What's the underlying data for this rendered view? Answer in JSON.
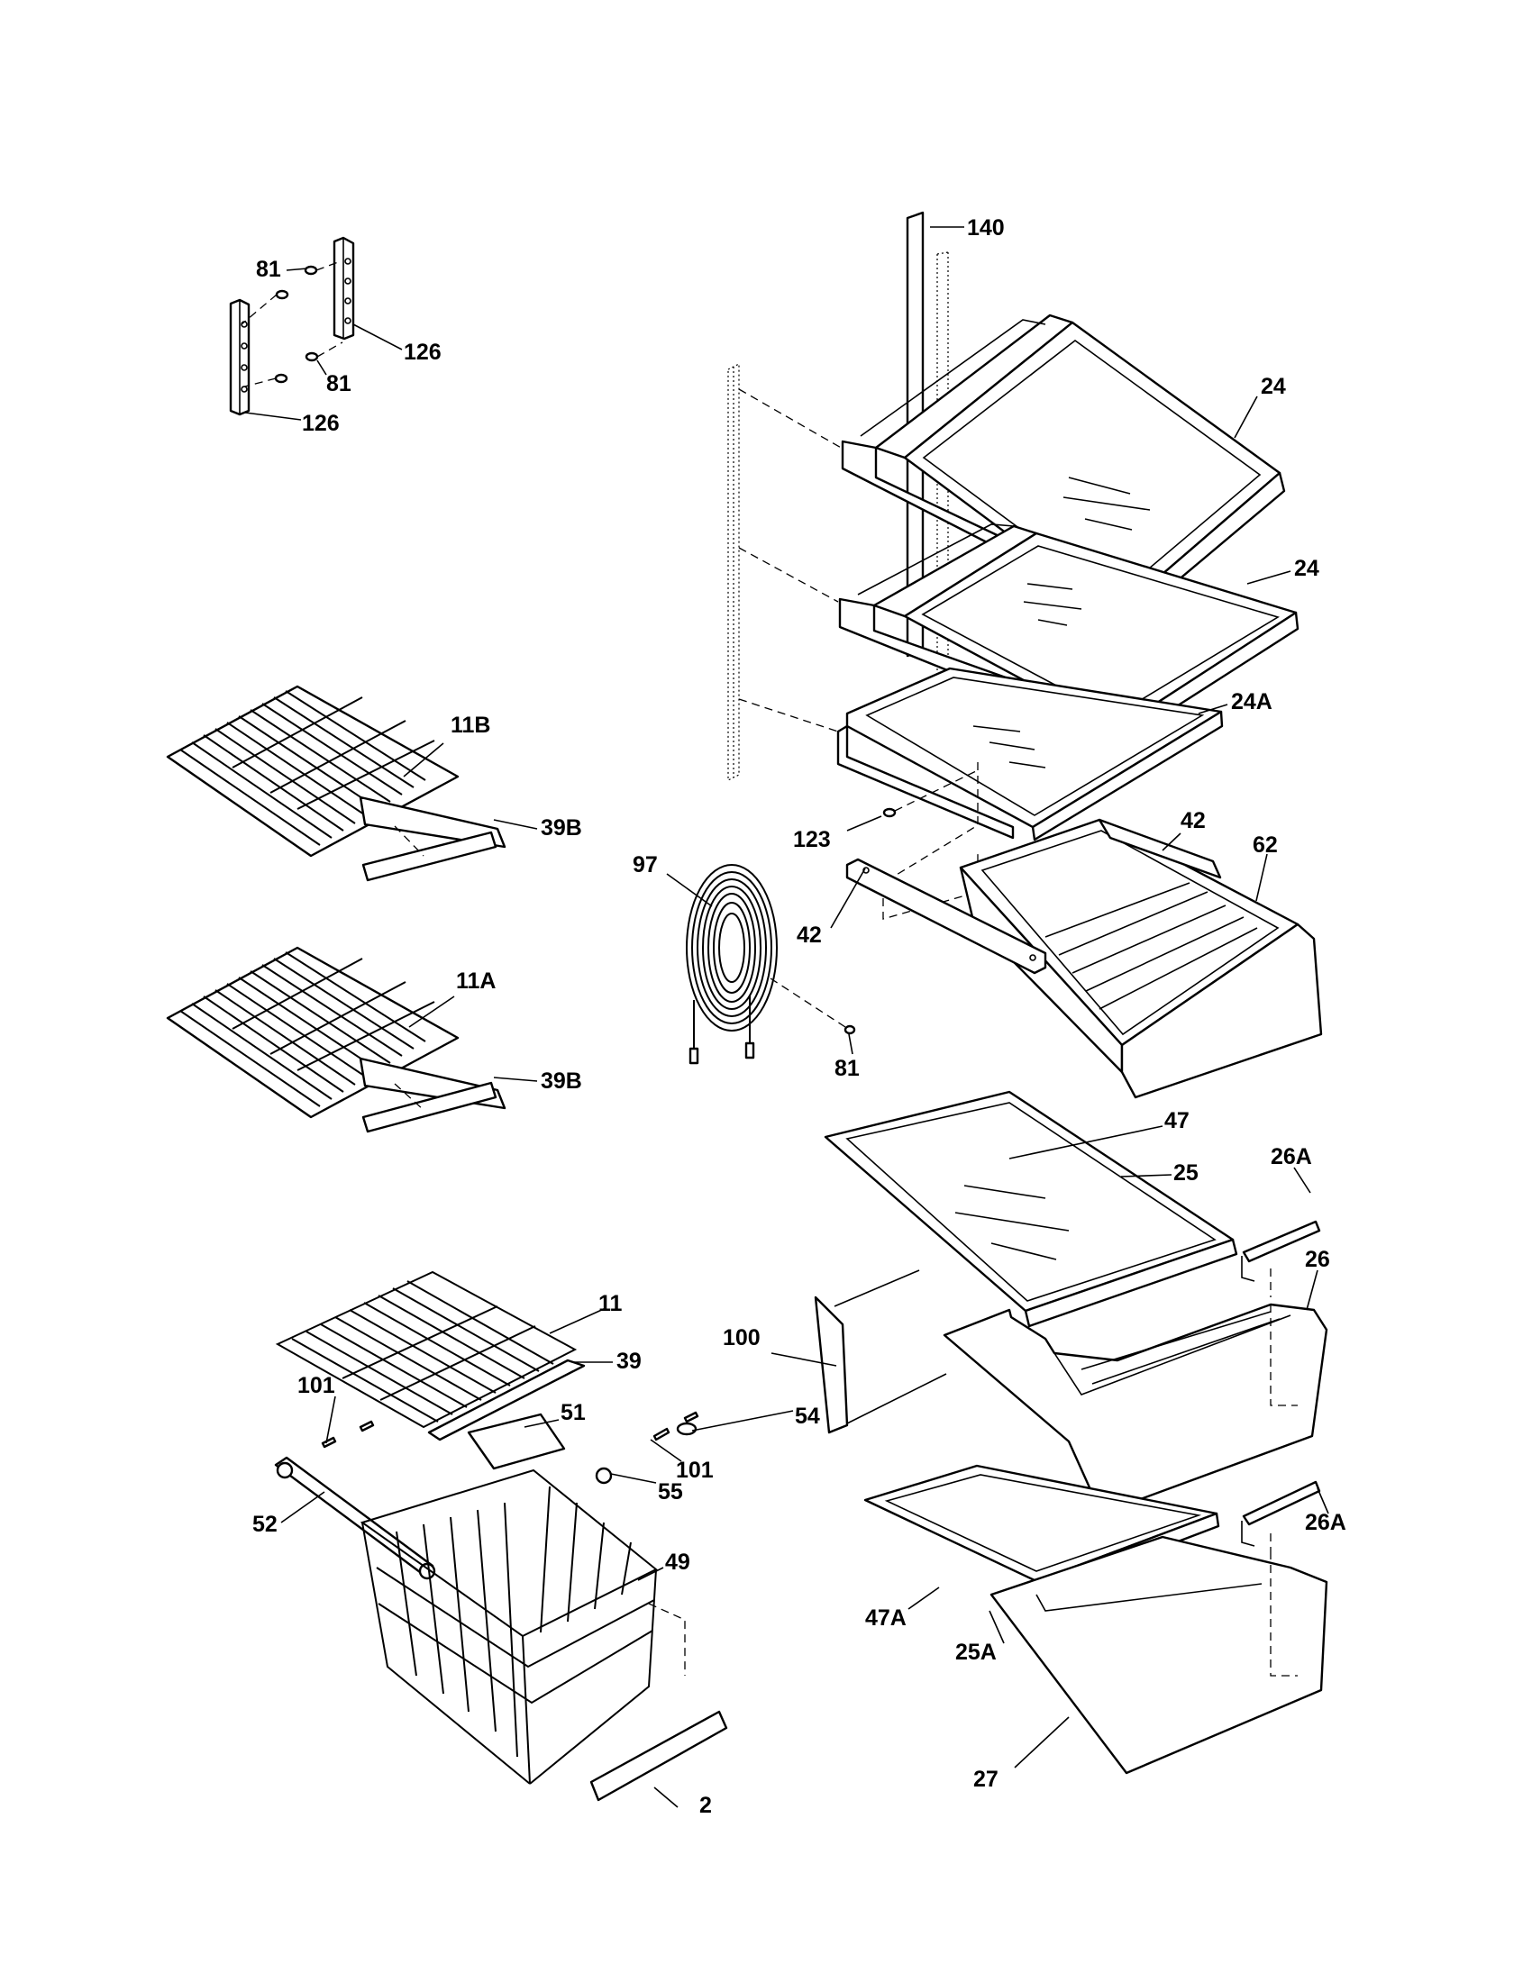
{
  "parts": [
    {
      "id": "p140",
      "label": "140"
    },
    {
      "id": "p81a",
      "label": "81"
    },
    {
      "id": "p126a",
      "label": "126"
    },
    {
      "id": "p81b",
      "label": "81"
    },
    {
      "id": "p126b",
      "label": "126"
    },
    {
      "id": "p24a",
      "label": "24"
    },
    {
      "id": "p24b",
      "label": "24"
    },
    {
      "id": "p24A",
      "label": "24A"
    },
    {
      "id": "p11B",
      "label": "11B"
    },
    {
      "id": "p39Ba",
      "label": "39B"
    },
    {
      "id": "p42a",
      "label": "42"
    },
    {
      "id": "p62",
      "label": "62"
    },
    {
      "id": "p123",
      "label": "123"
    },
    {
      "id": "p97",
      "label": "97"
    },
    {
      "id": "p42b",
      "label": "42"
    },
    {
      "id": "p11A",
      "label": "11A"
    },
    {
      "id": "p39Bb",
      "label": "39B"
    },
    {
      "id": "p81c",
      "label": "81"
    },
    {
      "id": "p47",
      "label": "47"
    },
    {
      "id": "p26Aa",
      "label": "26A"
    },
    {
      "id": "p25",
      "label": "25"
    },
    {
      "id": "p26",
      "label": "26"
    },
    {
      "id": "p11",
      "label": "11"
    },
    {
      "id": "p100",
      "label": "100"
    },
    {
      "id": "p39",
      "label": "39"
    },
    {
      "id": "p101a",
      "label": "101"
    },
    {
      "id": "p51",
      "label": "51"
    },
    {
      "id": "p54",
      "label": "54"
    },
    {
      "id": "p101b",
      "label": "101"
    },
    {
      "id": "p55",
      "label": "55"
    },
    {
      "id": "p52",
      "label": "52"
    },
    {
      "id": "p26Ab",
      "label": "26A"
    },
    {
      "id": "p49",
      "label": "49"
    },
    {
      "id": "p47A",
      "label": "47A"
    },
    {
      "id": "p25A",
      "label": "25A"
    },
    {
      "id": "p27",
      "label": "27"
    },
    {
      "id": "p2",
      "label": "2"
    }
  ]
}
